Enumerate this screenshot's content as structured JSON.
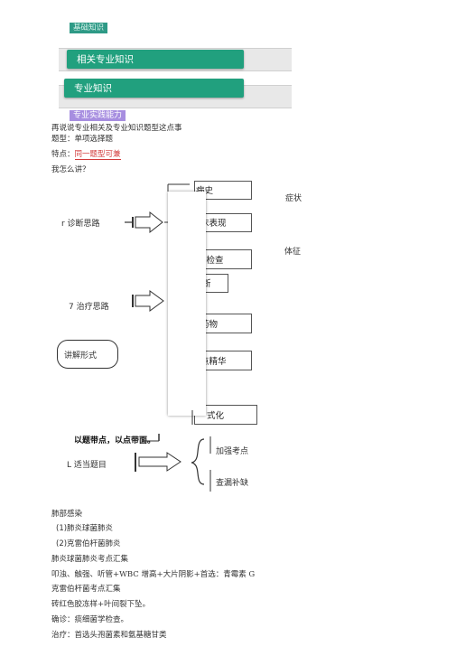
{
  "top_tag": "基础知识",
  "band1_label": "相关专业知识",
  "band2_label": "专业知识",
  "practice_tag": "专业实践能力",
  "intro": {
    "line1": "再说说专业相关及专业知识题型这点事",
    "line2": "题型：单项选择题",
    "feature_prefix": "特点：",
    "feature_link": "同一题型可兼",
    "line4": "我怎么讲？"
  },
  "diagram": {
    "diagnosis_label": "r 诊断思路",
    "treatment_label": "7 治疗思路",
    "explain_mode": "讲解形式",
    "symptom": "症状",
    "sign": "体征",
    "box1": "病史",
    "box2": "床表现",
    "box3": "助检查",
    "box4": "断",
    "box5": "药物",
    "box6": "点精华",
    "box7": "式化",
    "point_text": "以题带点，以点带面。",
    "appropriate_topics": "L 适当题目",
    "strengthen": "加强考点",
    "fill_gaps": "查漏补缺"
  },
  "notes": [
    "肺部感染",
    "(1)肺炎球菌肺炎",
    "(2)克雷伯杆菌肺炎",
    "肺炎球菌肺炎考点汇集",
    "叩浊、触强、听管+WBC 增高+大片阴影+首选：青霉素 G",
    "克雷伯杆菌考点汇集",
    "砖红色胶冻样+叶间裂下坠。",
    "确诊：痰细菌学检查。",
    "治疗：首选头孢菌素和氨基糖甘类"
  ]
}
